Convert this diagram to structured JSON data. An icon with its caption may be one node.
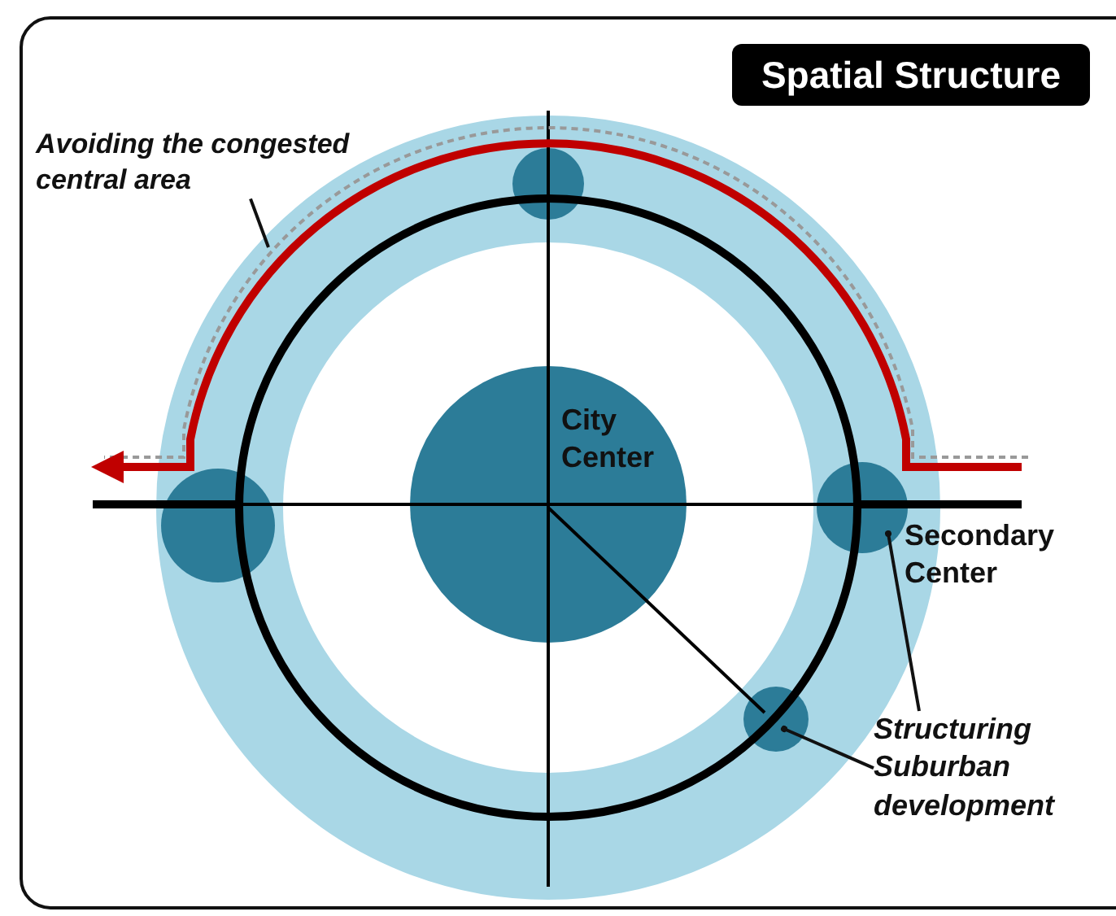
{
  "diagram": {
    "title": "Spatial Structure",
    "nodes": [
      {
        "text": [
          "Avoiding the congested central area"
        ]
      },
      {
        "text": [],
        "shape": "circle"
      },
      {
        "text": [],
        "shape": "circle"
      },
      {
        "text": [
          "City Center"
        ]
      },
      {
        "text": [],
        "shape": "circle",
        "beside": [
          "Secondary Center"
        ]
      },
      {
        "text": [],
        "shape": "circle"
      },
      {
        "text": [
          "Structuring Suburban development"
        ]
      }
    ],
    "edges": [
      {
        "from": 0,
        "to": null,
        "arrow": "none"
      },
      {
        "from": 6,
        "to": 4,
        "arrow": "other"
      },
      {
        "from": 6,
        "to": 5,
        "arrow": "other"
      }
    ]
  }
}
